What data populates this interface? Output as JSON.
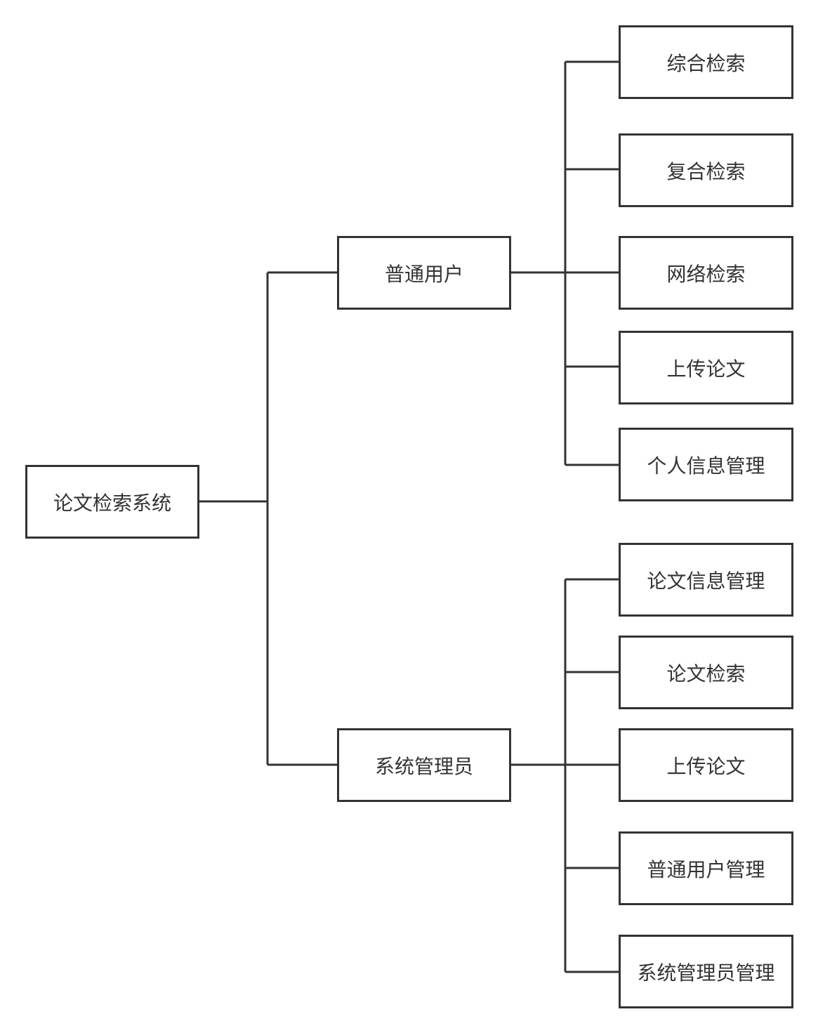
{
  "diagram": {
    "root": {
      "label": "论文检索系统"
    },
    "branches": [
      {
        "label": "普通用户",
        "children": [
          "综合检索",
          "复合检索",
          "网络检索",
          "上传论文",
          "个人信息管理"
        ]
      },
      {
        "label": "系统管理员",
        "children": [
          "论文信息管理",
          "论文检索",
          "上传论文",
          "普通用户管理",
          "系统管理员管理"
        ]
      }
    ]
  }
}
